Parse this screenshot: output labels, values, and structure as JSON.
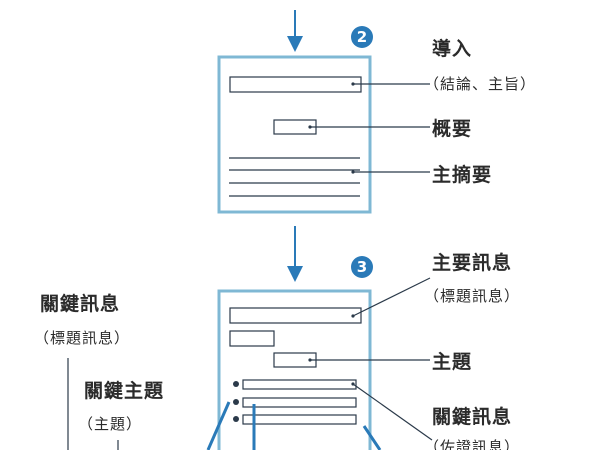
{
  "colors": {
    "frame": "#7fb8d4",
    "line": "#2b3a4a",
    "accent": "#2a7ab8",
    "text": "#2b2b2b"
  },
  "step2": {
    "number": "2",
    "label_intro": "導入",
    "label_intro_sub": "（結論、主旨）",
    "label_overview": "概要",
    "label_main_summary": "主摘要"
  },
  "step3": {
    "number": "3",
    "label_main_message": "主要訊息",
    "label_main_message_sub": "（標題訊息）",
    "label_topic": "主題",
    "label_key_message": "關鍵訊息",
    "label_key_message_sub": "（佐證訊息）"
  },
  "left_notes": {
    "key_message": "關鍵訊息",
    "key_message_sub": "（標題訊息）",
    "key_topic": "關鍵主題",
    "key_topic_sub": "（主題）"
  }
}
